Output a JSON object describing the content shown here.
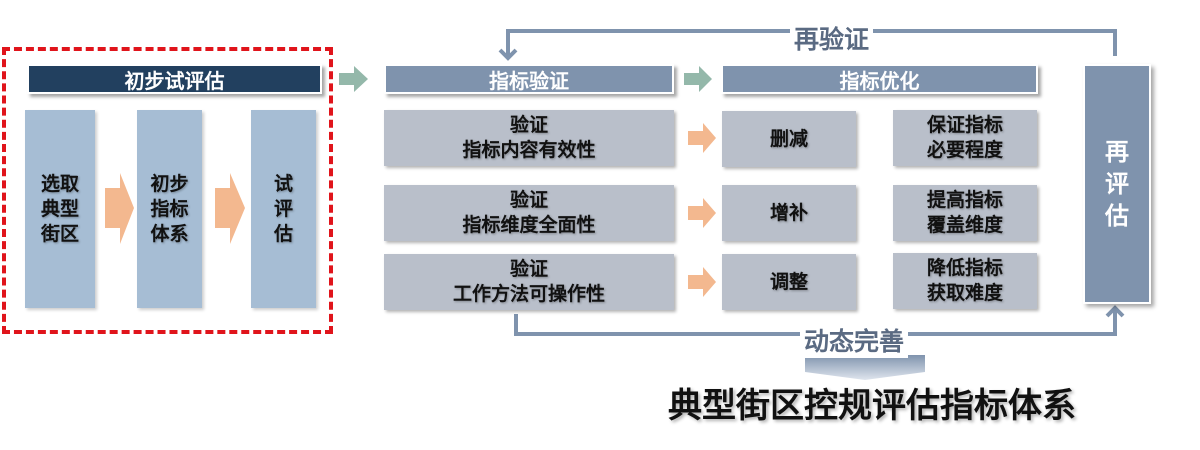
{
  "stage1": {
    "header": "初步试评估",
    "steps": [
      "选取典型街区",
      "初步指标体系",
      "试评估"
    ]
  },
  "stage2": {
    "header": "指标验证",
    "items": [
      {
        "line1": "验证",
        "line2": "指标内容有效性"
      },
      {
        "line1": "验证",
        "line2": "指标维度全面性"
      },
      {
        "line1": "验证",
        "line2": "工作方法可操作性"
      }
    ]
  },
  "stage3": {
    "header": "指标优化",
    "actions": [
      "删减",
      "增补",
      "调整"
    ],
    "goals": [
      {
        "line1": "保证指标",
        "line2": "必要程度"
      },
      {
        "line1": "提高指标",
        "line2": "覆盖维度"
      },
      {
        "line1": "降低指标",
        "line2": "获取难度"
      }
    ]
  },
  "reassess": "再评估",
  "loops": {
    "top": "再验证",
    "bottom": "动态完善"
  },
  "result_title": "典型街区控规评估指标体系",
  "colors": {
    "navy": "#22405f",
    "slate": "#7f93ad",
    "light_blue": "#a6bdd4",
    "gray_box": "#b9bfca",
    "orange_arrow": "#f3b88f",
    "green_arrow": "#94b8aa",
    "dashed_red": "#e0141b"
  }
}
